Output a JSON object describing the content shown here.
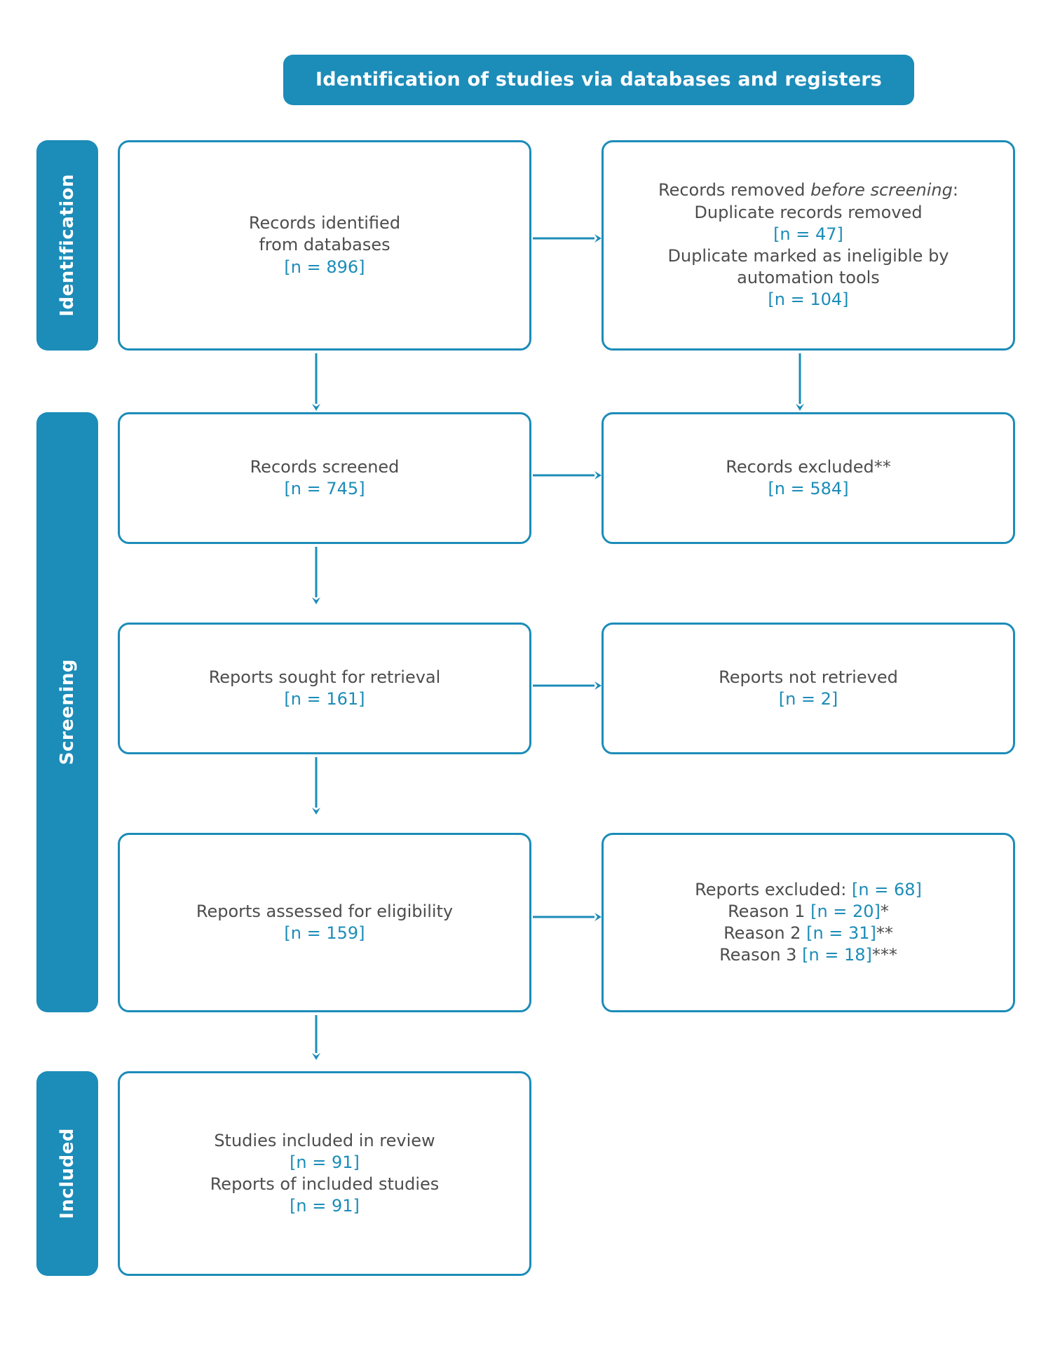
{
  "header": {
    "banner_title": "Identification of studies via databases and registers"
  },
  "accent_color": "#1c8cb8",
  "text_color": "#4d4d4d",
  "stages": [
    {
      "id": "identification",
      "label": "Identification"
    },
    {
      "id": "screening",
      "label": "Screening"
    },
    {
      "id": "included",
      "label": "Included"
    }
  ],
  "boxes": {
    "identified": {
      "line1": "Records identified",
      "line2": "from databases",
      "count": "[n = 896]"
    },
    "removed": {
      "line1_a": "Records removed ",
      "line1_em": "before screening",
      "line1_b": ":",
      "line2": "Duplicate records removed",
      "count1": "[n = 47]",
      "line3": "Duplicate marked as ineligible by",
      "line4": "automation tools",
      "count2": "[n = 104]"
    },
    "screened": {
      "line1": "Records screened",
      "count": "[n = 745]"
    },
    "records_excluded": {
      "line1": "Records excluded**",
      "count": "[n = 584]"
    },
    "sought": {
      "line1": "Reports sought for retrieval",
      "count": "[n = 161]"
    },
    "not_retrieved": {
      "line1": "Reports not retrieved",
      "count": "[n = 2]"
    },
    "assessed": {
      "line1": "Reports assessed for eligibility",
      "count": "[n = 159]"
    },
    "reports_excluded": {
      "title": "Reports excluded: ",
      "title_count": "[n = 68]",
      "reasons": [
        {
          "label": "Reason 1 ",
          "count": "[n = 20]",
          "marks": "*"
        },
        {
          "label": "Reason 2 ",
          "count": "[n = 31]",
          "marks": "**"
        },
        {
          "label": "Reason 3 ",
          "count": "[n = 18]",
          "marks": "***"
        }
      ]
    },
    "included": {
      "line1": "Studies included in review",
      "count1": "[n = 91]",
      "line2": "Reports of included studies",
      "count2": "[n = 91]"
    }
  },
  "arrows": {
    "horizontal": [
      "identified-to-removed",
      "screened-to-excluded",
      "sought-to-not-retrieved",
      "assessed-to-excluded"
    ],
    "vertical": [
      "identified-to-screened",
      "screened-to-sought",
      "sought-to-assessed",
      "assessed-to-included",
      "removed-down"
    ]
  }
}
